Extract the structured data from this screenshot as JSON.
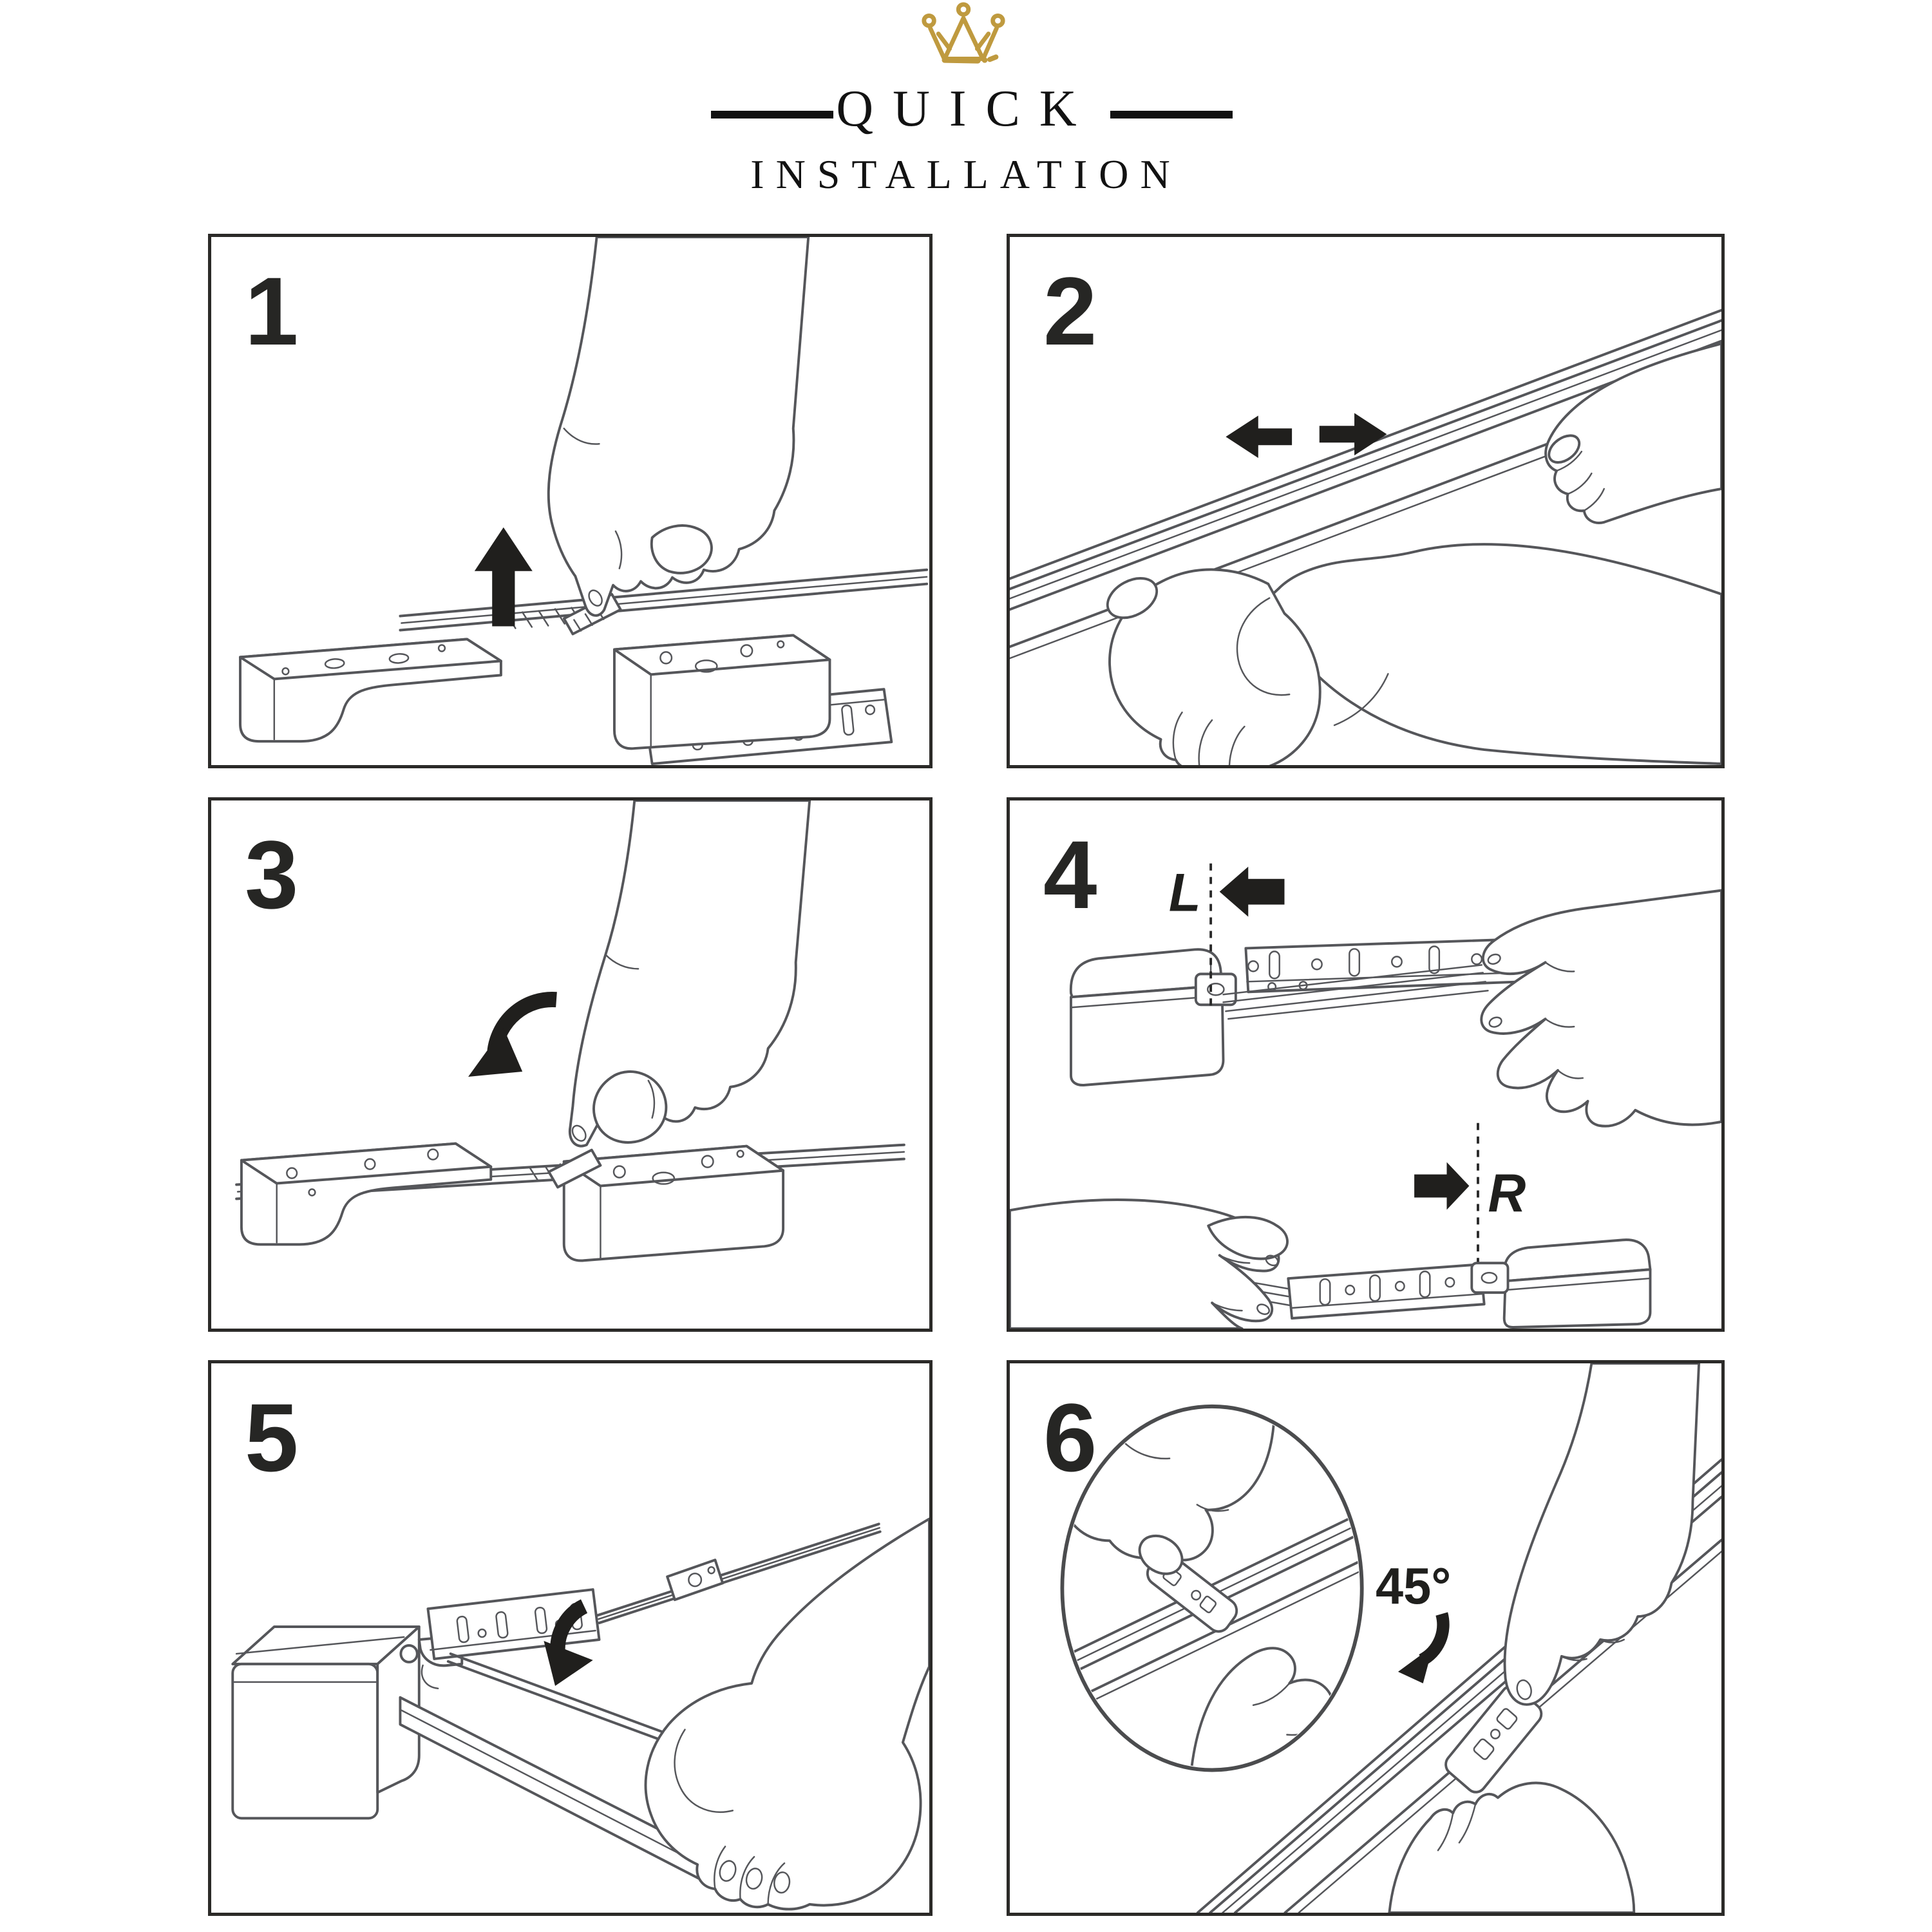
{
  "header": {
    "logo_icon": "crown-icon",
    "logo_color": "#bf9a3f",
    "title_line1": "QUICK",
    "title_line2": "INSTALLATION"
  },
  "colors": {
    "background": "#ffffff",
    "line_art": "#55565a",
    "solid_black": "#201f1d",
    "panel_border": "#2b2a28"
  },
  "steps": [
    {
      "number": "1",
      "illustration": "lift-release-tab-on-rod-bracket",
      "icons": [
        "arrow-up-icon"
      ]
    },
    {
      "number": "2",
      "illustration": "slide-telescopic-rod-to-adjust-length",
      "icons": [
        "arrow-left-icon",
        "arrow-right-icon"
      ]
    },
    {
      "number": "3",
      "illustration": "press-latch-down-to-lock",
      "icons": [
        "curved-arrow-icon"
      ]
    },
    {
      "number": "4",
      "illustration": "orient-left-and-right-end-brackets",
      "labels": {
        "left_mark": "L",
        "right_mark": "R"
      },
      "icons": [
        "arrow-left-icon",
        "arrow-right-icon",
        "dashed-guide-line"
      ]
    },
    {
      "number": "5",
      "illustration": "hook-bracket-plate-onto-end-housing",
      "icons": [
        "curved-arrow-icon"
      ]
    },
    {
      "number": "6",
      "illustration": "insert-clip-into-track-at-angle",
      "labels": {
        "angle_mark": "45°"
      },
      "icons": [
        "curved-arrow-icon",
        "magnifier-inset-circle"
      ]
    }
  ]
}
